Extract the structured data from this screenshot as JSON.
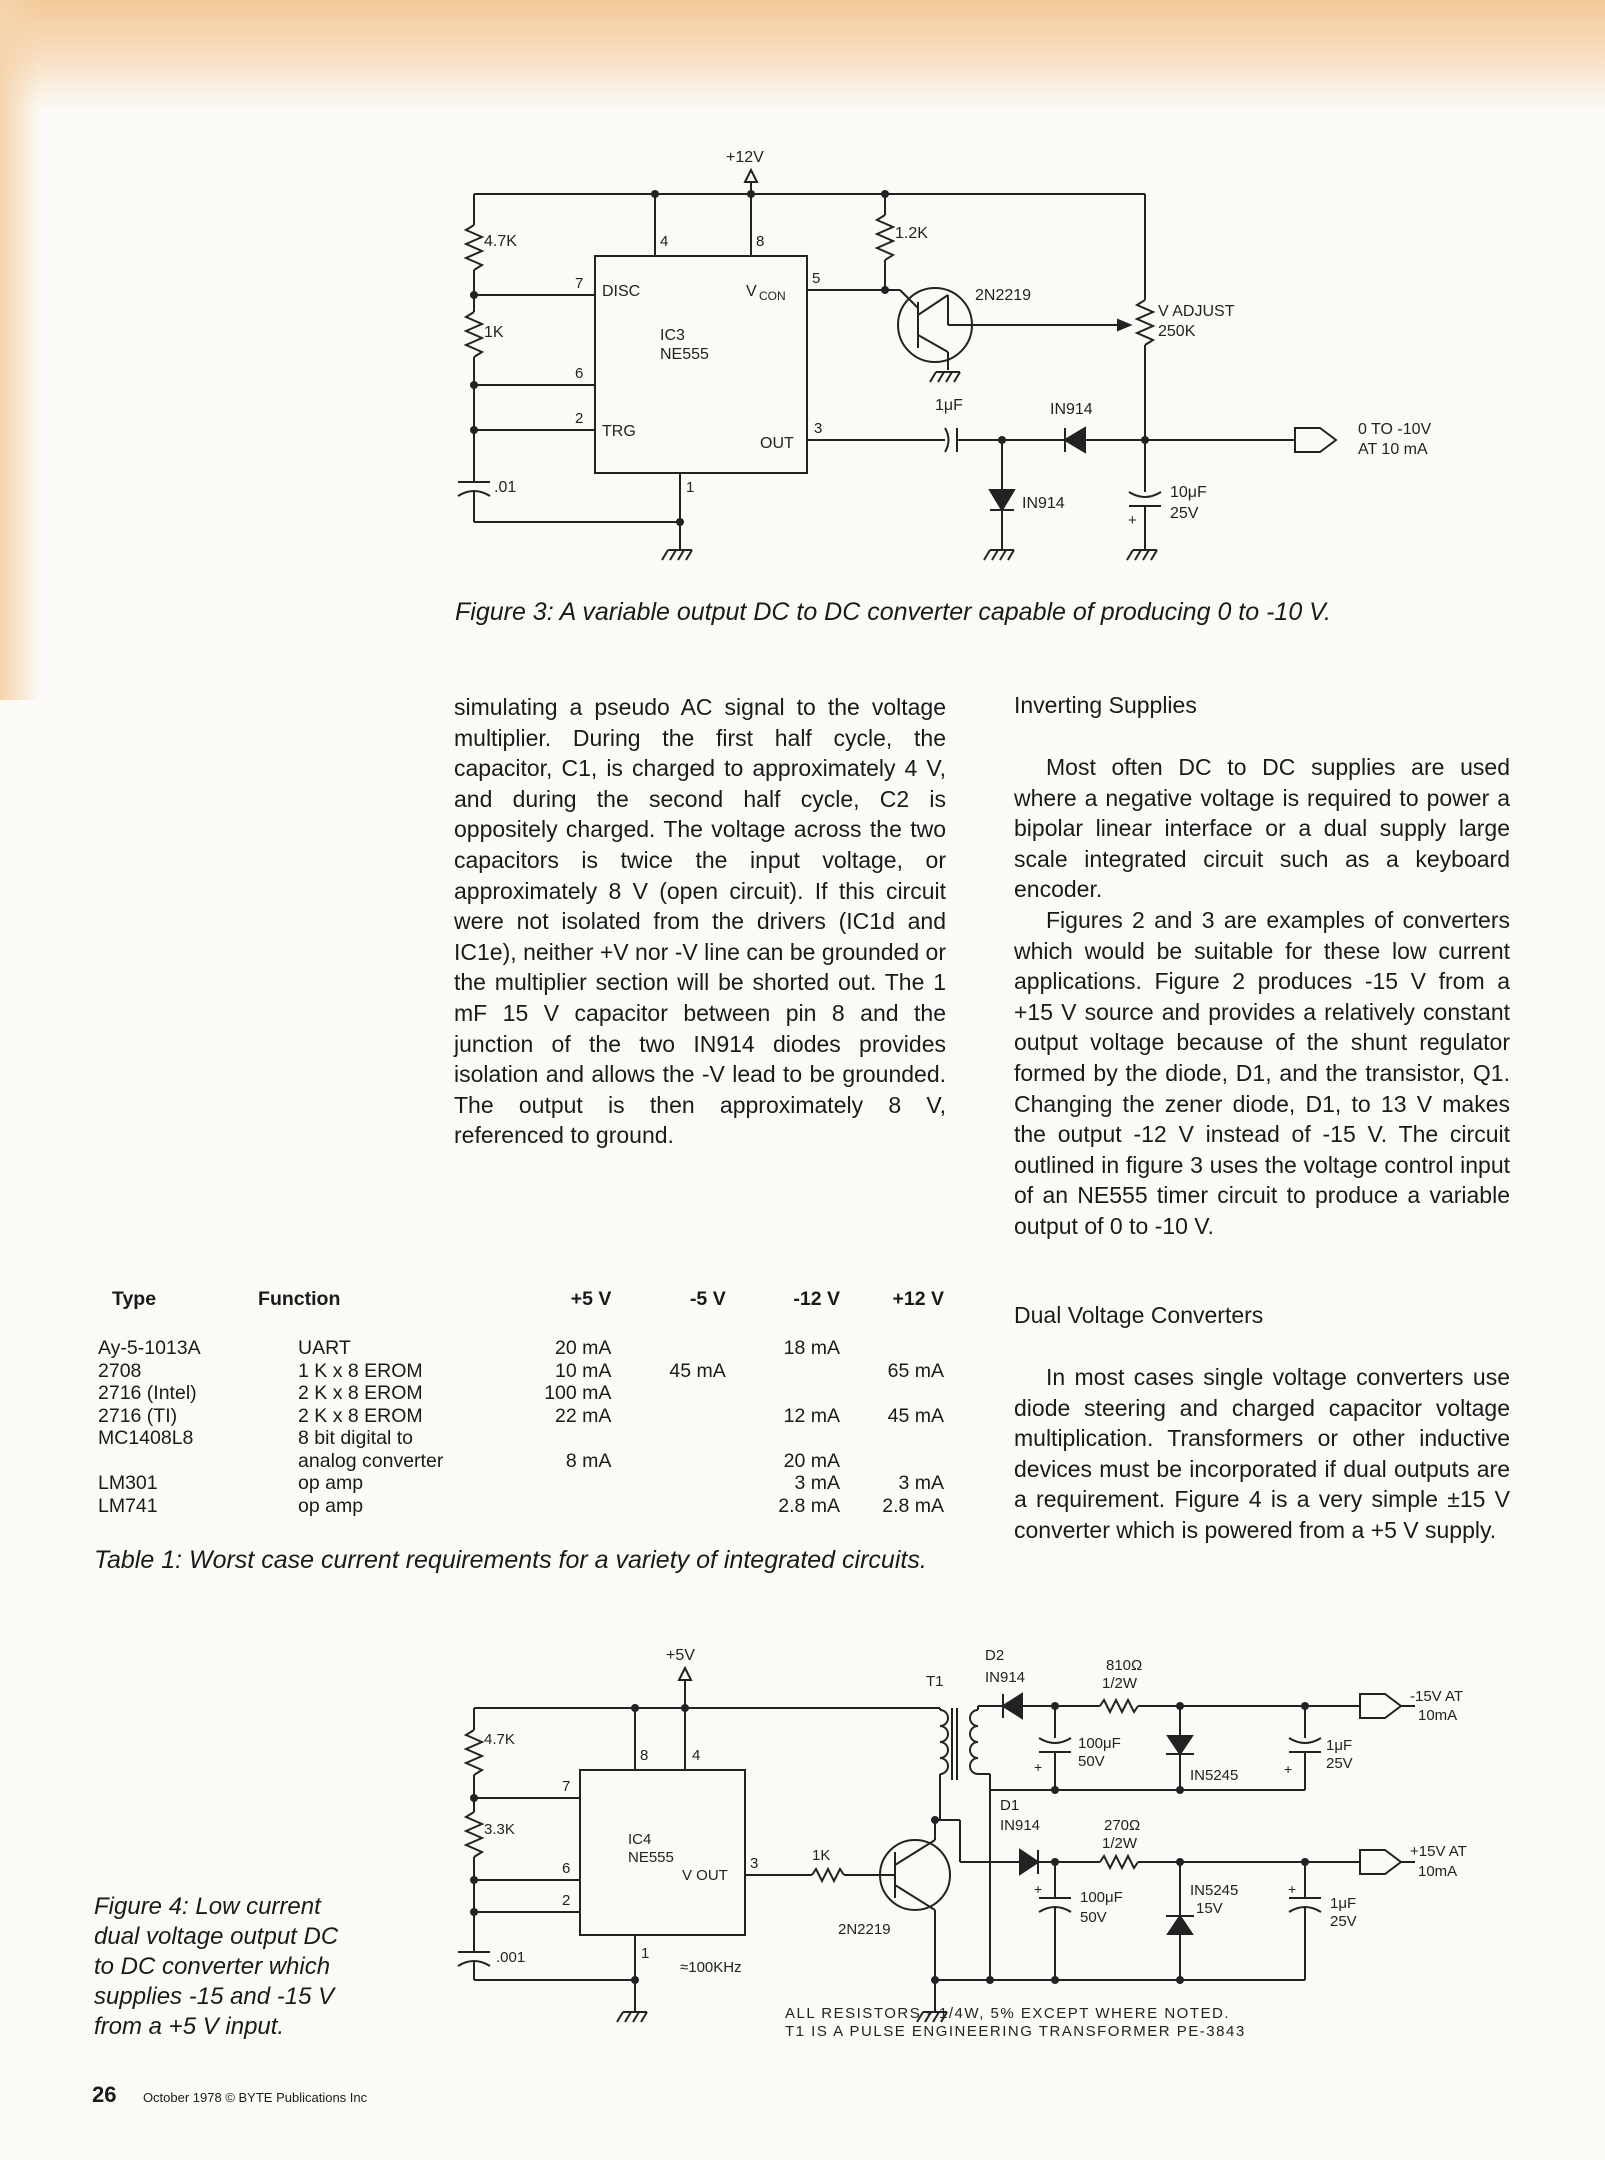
{
  "figure3": {
    "labels": {
      "v12": "+12V",
      "r47k": "4.7K",
      "r1k": "1K",
      "c01": ".01",
      "r12k": "1.2K",
      "pin4": "4",
      "pin8": "8",
      "pin7": "7",
      "pin6": "6",
      "pin2": "2",
      "pin5": "5",
      "pin3": "3",
      "pin1": "1",
      "disc": "DISC",
      "vcon_v": "V",
      "vcon_sub": "CON",
      "trg": "TRG",
      "out": "OUT",
      "ic_name": "IC3",
      "ic_part": "NE555",
      "transistor": "2N2219",
      "vadjust": "V ADJUST",
      "pot": "250K",
      "cap1uf": "1μF",
      "diode1": "IN914",
      "diode2": "IN914",
      "cap10uf": "10μF",
      "cap25v": "25V",
      "plus": "+",
      "output1": "0 TO -10V",
      "output2": "AT 10 mA"
    },
    "caption": "Figure 3: A variable output DC to DC converter capable of producing 0 to -10 V."
  },
  "left_column": [
    "simulating a pseudo AC signal to the voltage multiplier. During the first half cycle, the capacitor, C1, is charged to approximately 4 V, and during the second half cycle, C2 is oppositely charged. The voltage across the two capacitors is twice the input voltage, or approximately 8 V (open circuit). If this circuit were not isolated from the drivers (IC1d and IC1e), neither +V nor -V line can be grounded or the multiplier section will be shorted out. The 1 mF 15 V capacitor between pin 8 and the junction of the two IN914 diodes provides isolation and allows the -V lead to be grounded. The output is then approximately 8 V, referenced to ground."
  ],
  "right_column": {
    "heading1": "Inverting Supplies",
    "paragraphs1": [
      "Most often DC to DC supplies are used where a negative voltage is required to power a bipolar linear interface or a dual supply large scale integrated circuit such as a keyboard encoder.",
      "Figures 2 and 3 are examples of converters which would be suitable for these low current applications. Figure 2 produces -15 V from a +15 V source and provides a relatively constant output voltage because of the shunt regulator formed by the diode, D1, and the transistor, Q1. Changing the zener diode, D1, to 13 V makes the output -12 V instead of -15 V. The circuit outlined in figure 3 uses the voltage control input of an NE555 timer circuit to produce a variable output of 0 to -10 V."
    ],
    "heading2": "Dual Voltage Converters",
    "paragraphs2": [
      "In most cases single voltage converters use diode steering and charged capacitor voltage multiplication. Transformers or other inductive devices must be incorporated if dual outputs are a requirement. Figure 4 is a very simple ±15 V converter which is powered from a +5 V supply."
    ]
  },
  "table1": {
    "headers": [
      "Type",
      "Function",
      "+5 V",
      "-5 V",
      "-12 V",
      "+12 V"
    ],
    "rows": [
      [
        "Ay-5-1013A",
        "UART",
        "20 mA",
        "",
        "18 mA",
        ""
      ],
      [
        "2708",
        "1 K x 8 EROM",
        "10 mA",
        "45 mA",
        "",
        "65 mA"
      ],
      [
        "2716 (Intel)",
        "2 K x 8 EROM",
        "100 mA",
        "",
        "",
        ""
      ],
      [
        "2716 (TI)",
        "2 K x 8 EROM",
        "22 mA",
        "",
        "12 mA",
        "45 mA"
      ],
      [
        "MC1408L8",
        "8 bit digital to",
        "",
        "",
        "",
        ""
      ],
      [
        "",
        "analog converter",
        "8 mA",
        "",
        "20 mA",
        ""
      ],
      [
        "LM301",
        "op amp",
        "",
        "",
        "3 mA",
        "3 mA"
      ],
      [
        "LM741",
        "op amp",
        "",
        "",
        "2.8 mA",
        "2.8 mA"
      ]
    ],
    "caption": "Table 1: Worst case current requirements for a variety of integrated circuits."
  },
  "figure4": {
    "labels": {
      "v5": "+5V",
      "t1": "T1",
      "d2": "D2",
      "d2part": "IN914",
      "r810": "810Ω",
      "r810w": "1/2W",
      "out_neg1": "-15V AT",
      "out_neg2": "10mA",
      "r47k": "4.7K",
      "r33k": "3.3K",
      "c001": ".001",
      "pin8": "8",
      "pin4": "4",
      "pin7": "7",
      "pin6": "6",
      "pin2": "2",
      "pin3": "3",
      "pin1": "1",
      "ic_name": "IC4",
      "ic_part": "NE555",
      "vout": "V OUT",
      "r1k": "1K",
      "transistor": "2N2219",
      "freq": "≈100KHz",
      "c100a": "100μF",
      "c100av": "50V",
      "zener1": "IN5245",
      "c1a": "1μF",
      "c1av": "25V",
      "d1": "D1",
      "d1part": "IN914",
      "r270": "270Ω",
      "r270w": "1/2W",
      "out_pos1": "+15V AT",
      "out_pos2": "10mA",
      "c100b": "100μF",
      "c100bv": "50V",
      "zener2": "IN5245",
      "zener2v": "15V",
      "c1b": "1μF",
      "c1bv": "25V",
      "plus": "+",
      "note1": "ALL RESISTORS - 1/4W, 5% EXCEPT WHERE NOTED.",
      "note2": "T1 IS A PULSE ENGINEERING TRANSFORMER PE-3843"
    },
    "caption": [
      "Figure 4: Low current",
      "dual voltage output DC",
      "to DC converter which",
      "supplies -15 and -15 V",
      "from a +5 V input."
    ]
  },
  "footer": {
    "page_number": "26",
    "publication": "October 1978 © BYTE Publications Inc"
  }
}
